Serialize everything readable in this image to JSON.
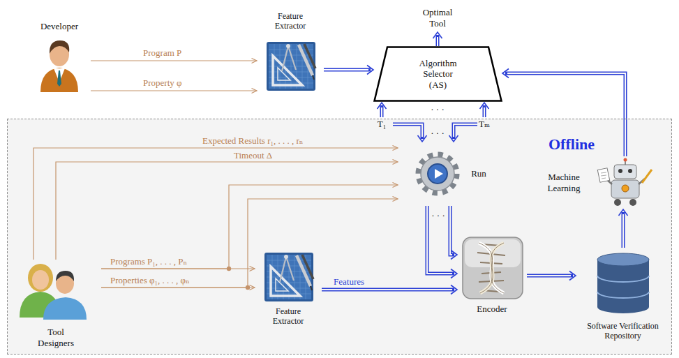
{
  "diagram": {
    "nodes": [
      {
        "text": [
          "Developer"
        ]
      },
      {
        "text": [
          "Feature Extractor"
        ]
      },
      {
        "text": [
          "Algorithm Selector (AS)"
        ]
      },
      {
        "text": [
          "Offline"
        ]
      },
      {
        "text": [
          "Run"
        ],
        "in": 3
      },
      {
        "text": [
          "Machine Learning"
        ],
        "in": 3
      },
      {
        "text": [
          "Tool Designers"
        ],
        "in": 3
      },
      {
        "text": [
          "Feature Extractor"
        ],
        "in": 3
      },
      {
        "text": [
          "Encoder"
        ],
        "in": 3
      },
      {
        "text": [
          "Software Verification Repository"
        ],
        "in": 3
      }
    ],
    "edges": [
      {
        "from": 0,
        "to": 1,
        "label": "Program P",
        "arrow": "to"
      },
      {
        "from": 0,
        "to": 1,
        "label": "Property φ",
        "arrow": "to"
      },
      {
        "from": 1,
        "to": 2,
        "arrow": "to"
      },
      {
        "from": 6,
        "to": 4,
        "label": "Expected Results r₁, . . . , rₙ",
        "arrow": "to"
      },
      {
        "from": 6,
        "to": 4,
        "label": "Timeout Δ",
        "arrow": "to"
      },
      {
        "from": 6,
        "to": 7,
        "label": "Programs P₁, . . . , Pₙ",
        "arrow": "to"
      },
      {
        "from": 6,
        "to": 4,
        "arrow": "to"
      },
      {
        "from": 6,
        "to": 7,
        "label": "Properties φ₁, . . . , φₙ",
        "arrow": "to"
      },
      {
        "from": 6,
        "to": 4,
        "arrow": "to"
      },
      {
        "from": 7,
        "to": 8,
        "label": "Features",
        "arrow": "to"
      },
      {
        "from": 4,
        "to": 8,
        "arrow": "to"
      },
      {
        "from": 8,
        "to": 9,
        "arrow": "to"
      },
      {
        "from": 9,
        "to": 5,
        "arrow": "to"
      },
      {
        "from": 5,
        "to": 2,
        "arrow": "to"
      }
    ],
    "labels": [
      "Optimal Tool",
      "· · ·",
      "T₁",
      "Tₘ",
      "· · ·",
      "· · ·"
    ]
  }
}
